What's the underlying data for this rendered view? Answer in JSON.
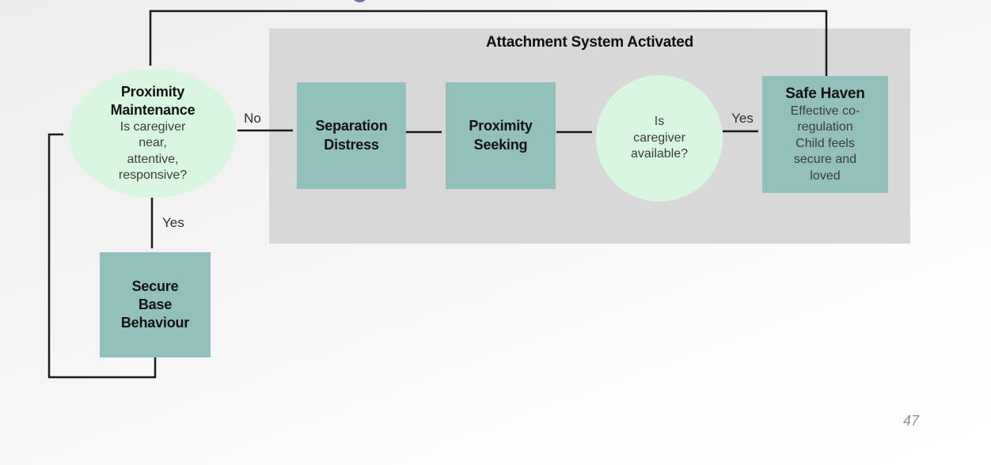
{
  "slide": {
    "page_number": "47"
  },
  "panel": {
    "title": "Attachment System Activated"
  },
  "nodes": {
    "proximity_maintenance": {
      "title": "Proximity\nMaintenance",
      "body": "Is caregiver\nnear,\nattentive,\nresponsive?"
    },
    "separation_distress": {
      "title": "Separation\nDistress"
    },
    "proximity_seeking": {
      "title": "Proximity\nSeeking"
    },
    "caregiver_available": {
      "body": "Is\ncaregiver\navailable?"
    },
    "safe_haven": {
      "title": "Safe Haven",
      "body": "Effective co-\nregulation\nChild feels\nsecure and\nloved"
    },
    "secure_base": {
      "title": "Secure\nBase\nBehaviour"
    }
  },
  "edges": {
    "no_label": "No",
    "yes_to_safe_haven_label": "Yes",
    "yes_to_secure_base_label": "Yes"
  },
  "colors": {
    "node_teal": "#92c0ba",
    "node_mint": "#d9f6e1",
    "panel_gray": "#d8d8d8",
    "arrow_black": "#1a1a1a",
    "page_number_gray": "#8f8f8f",
    "decoration_purple": "#7e63ae"
  }
}
